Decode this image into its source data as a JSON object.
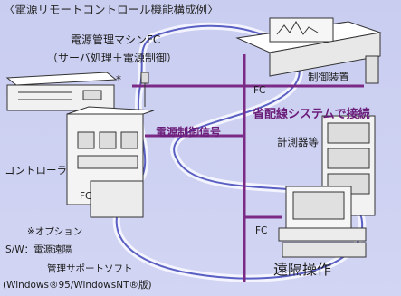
{
  "title": "〈電源リモートコントロール機能構成例〉",
  "server": {
    "name": "電源管理マシンFC",
    "subtitle": "（サーバ処理＋電源制御）",
    "option_mark": "*"
  },
  "labels": {
    "fc_top": "FC",
    "control_device": "制御装置",
    "wiring_system": "省配線システムで接続",
    "power_control_signal": "電源制御信号",
    "measurement": "計測器等",
    "controller": "コントローラ",
    "fc_controller": "FC",
    "fc_bottom": "FC",
    "remote_operation": "遠隔操作"
  },
  "notes": {
    "option": "※オプション",
    "software": "S/W：電源遠隔",
    "software_sub": "管理サポートソフト",
    "windows": "(Windows®95/WindowsNT®版)"
  },
  "colors": {
    "background": "#ccd0f1",
    "network_line": "#7b2a86",
    "loop": "#5a5fc4",
    "highlight_text": "#6b1d7a"
  }
}
